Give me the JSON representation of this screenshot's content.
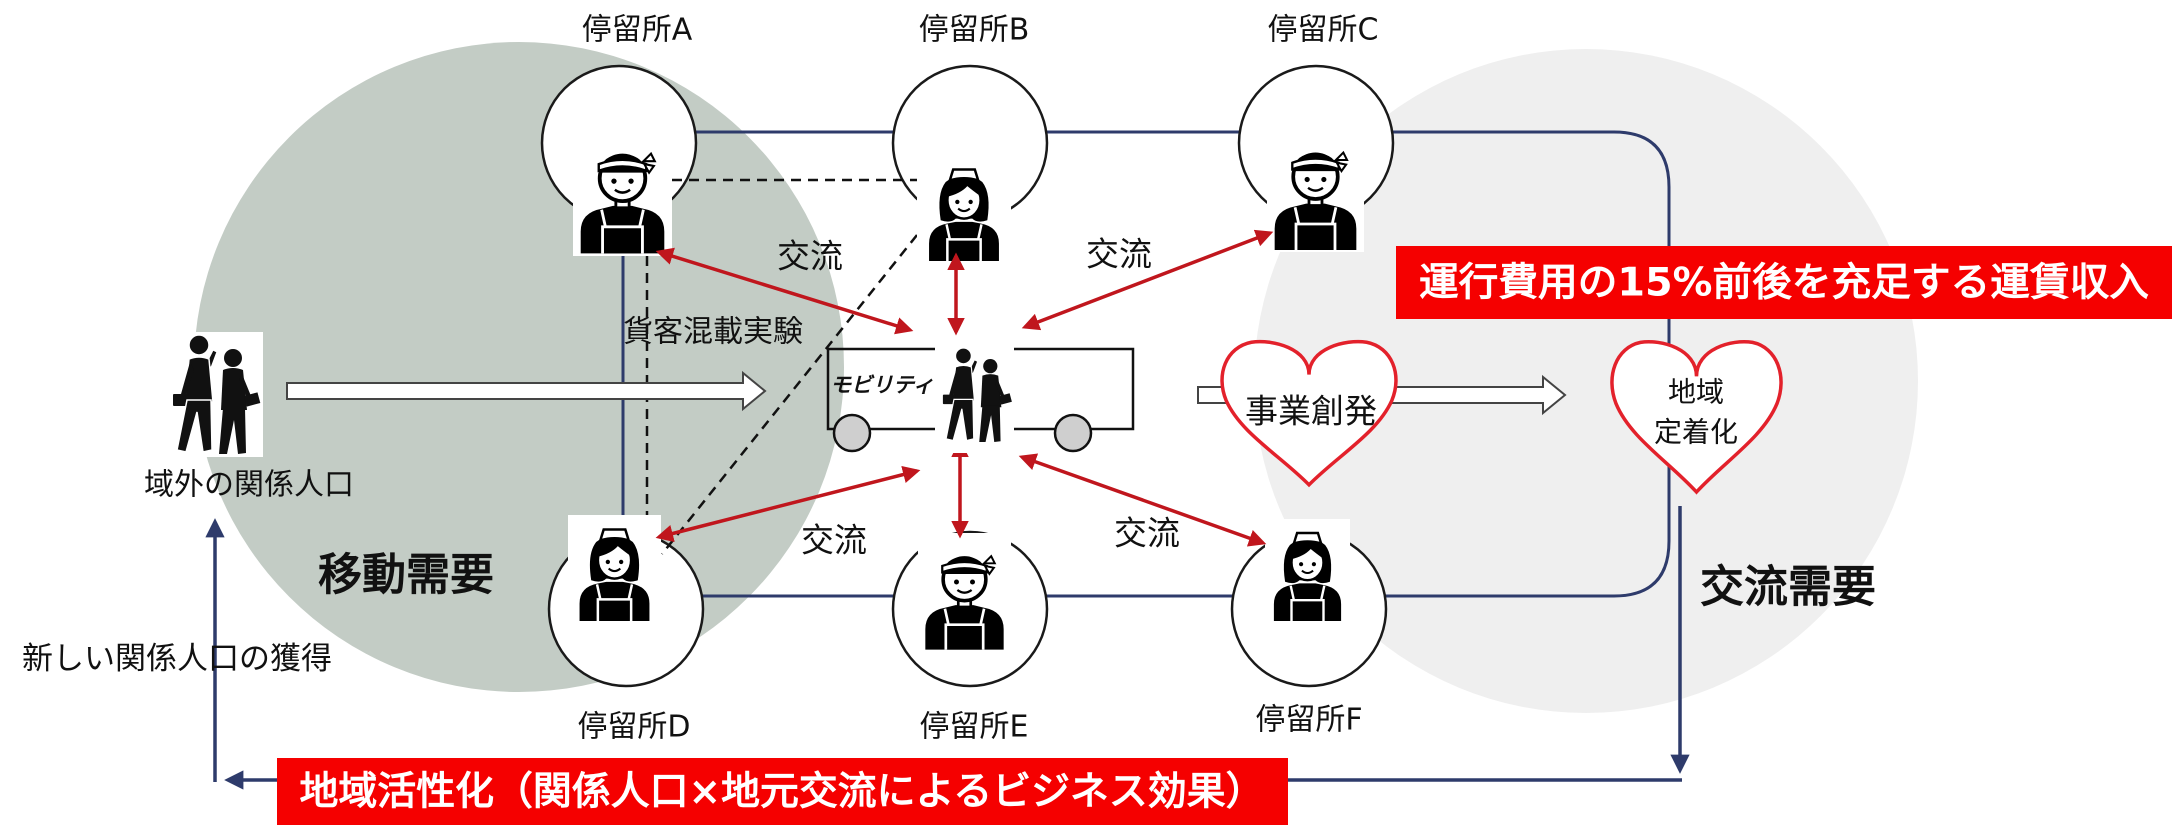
{
  "diagram": {
    "stops": [
      {
        "label": "停留所A",
        "icon": "shopkeeper-man-icon"
      },
      {
        "label": "停留所B",
        "icon": "shopkeeper-woman-icon"
      },
      {
        "label": "停留所C",
        "icon": "shopkeeper-man-icon"
      },
      {
        "label": "停留所D",
        "icon": "shopkeeper-woman-icon"
      },
      {
        "label": "停留所E",
        "icon": "shopkeeper-man-icon"
      },
      {
        "label": "停留所F",
        "icon": "shopkeeper-woman-icon"
      }
    ],
    "exchange_labels": [
      "交流",
      "交流",
      "交流",
      "交流"
    ],
    "experiment_label": "貨客混載実験",
    "vehicle": {
      "label": "モビリティ",
      "icon": "business-people-icon"
    },
    "outside_population": {
      "label": "域外の関係人口",
      "icon": "business-people-icon"
    },
    "movement_demand": "移動需要",
    "exchange_demand": "交流需要",
    "business_heart": {
      "label": "事業創発",
      "icon": "heart-icon"
    },
    "settlement_heart": {
      "line1": "地域",
      "line2": "定着化",
      "icon": "heart-icon"
    },
    "revenue_banner": "運行費用の15%前後を充足する運賃収入",
    "revitalization_banner": "地域活性化（関係人口×地元交流によるビジネス効果）",
    "feedback_label": "新しい関係人口の獲得"
  },
  "colors": {
    "movement_circle": "#c3ccc5",
    "exchange_circle": "#efefef",
    "route_line": "#2e3b6b",
    "exchange_arrow": "#c0161d",
    "heart_stroke": "#e3212b",
    "banner_fill": "#f50000",
    "banner_text": "#ffffff",
    "wheel_fill": "#cfcfcf"
  }
}
